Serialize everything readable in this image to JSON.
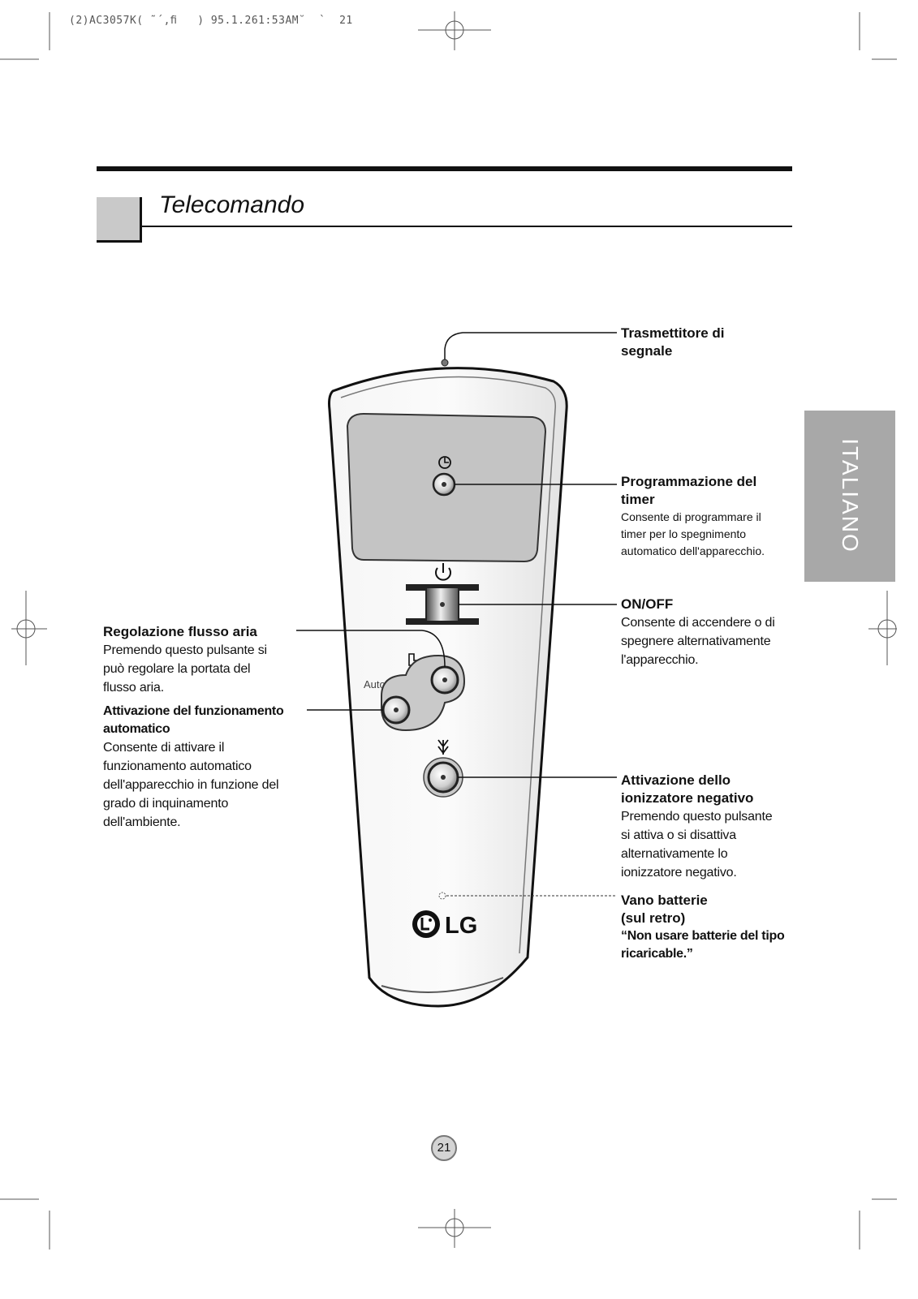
{
  "header": {
    "print_info": "(2)AC3057K( ˜´,ﬁ   ) 95.1.261:53AM˘  `  21",
    "title": "Telecomando"
  },
  "side_tab": {
    "label": "ITALIANO"
  },
  "remote": {
    "auto_label": "Auto",
    "brand": "LG"
  },
  "callouts": {
    "transmitter": {
      "title": [
        "Trasmettitore di",
        "segnale"
      ]
    },
    "timer": {
      "title": [
        "Programmazione del",
        "timer"
      ],
      "description": [
        "Consente di programmare il",
        "timer per lo spegnimento",
        "automatico dell'apparecchio."
      ]
    },
    "on_off": {
      "title": "ON/OFF",
      "description": [
        "Consente di accendere o di",
        "spegnere alternativamente",
        "l'apparecchio."
      ]
    },
    "airflow": {
      "title": "Regolazione flusso aria",
      "description": [
        "Premendo questo pulsante si",
        "può regolare la portata del",
        "flusso aria."
      ]
    },
    "auto": {
      "title": [
        "Attivazione del funzionamento",
        "automatico"
      ],
      "description": [
        "Consente di attivare il",
        "funzionamento automatico",
        "dell'apparecchio in funzione del",
        "grado di inquinamento",
        "dell'ambiente."
      ]
    },
    "ionizer": {
      "title": [
        "Attivazione dello",
        "ionizzatore negativo"
      ],
      "description": [
        "Premendo questo pulsante",
        "si attiva o si disattiva",
        "alternativamente lo",
        "ionizzatore negativo."
      ]
    },
    "battery": {
      "title": [
        "Vano batterie",
        "(sul retro)"
      ],
      "note": [
        "“Non usare batterie del tipo",
        "ricaricable.”"
      ]
    }
  },
  "footer": {
    "page_number": "21"
  }
}
